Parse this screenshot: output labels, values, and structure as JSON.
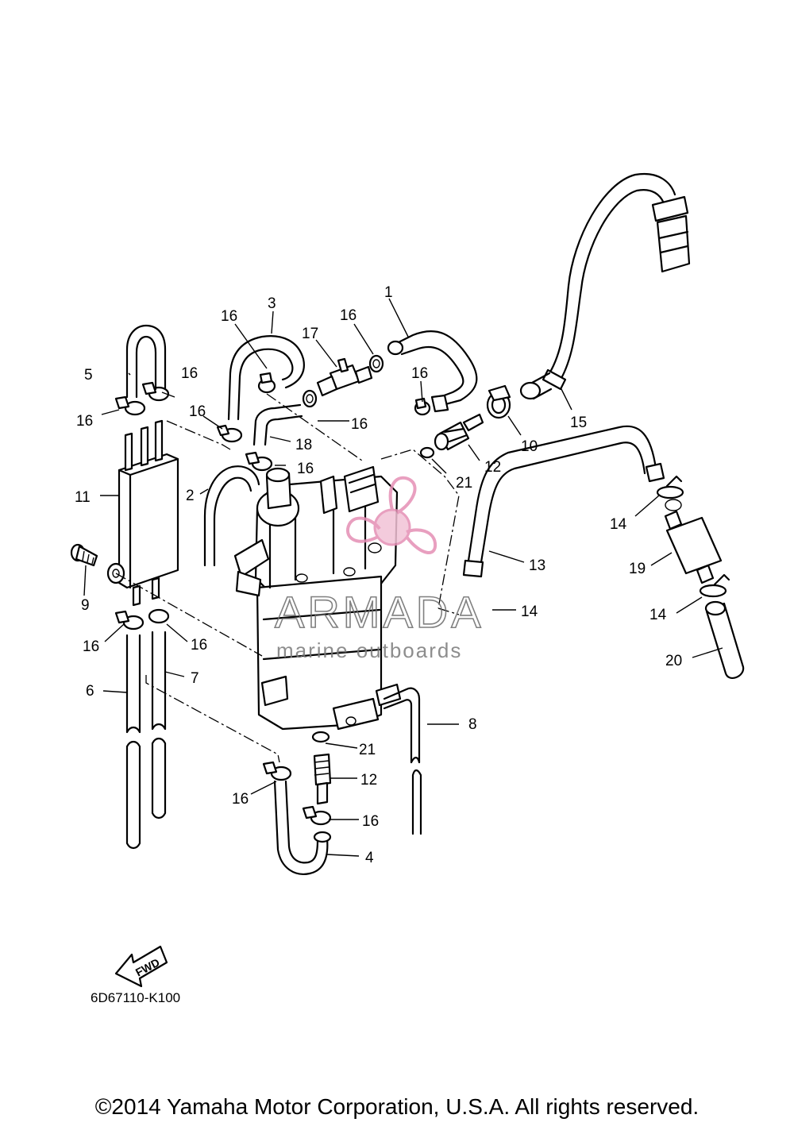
{
  "diagram": {
    "part_code": "6D67110-K100",
    "fwd_label": "FWD",
    "callouts": {
      "c1": "1",
      "c2": "2",
      "c3": "3",
      "c4": "4",
      "c5": "5",
      "c6": "6",
      "c7": "7",
      "c8": "8",
      "c9": "9",
      "c10": "10",
      "c11": "11",
      "c12a": "12",
      "c12b": "12",
      "c13": "13",
      "c14a": "14",
      "c14b": "14",
      "c14c": "14",
      "c15": "15",
      "c16a": "16",
      "c16b": "16",
      "c16c": "16",
      "c16d": "16",
      "c16e": "16",
      "c16f": "16",
      "c16g": "16",
      "c16h": "16",
      "c16i": "16",
      "c16j": "16",
      "c16k": "16",
      "c16l": "16",
      "c17": "17",
      "c18": "18",
      "c19": "19",
      "c20": "20",
      "c21a": "21",
      "c21b": "21"
    }
  },
  "watermark": {
    "brand": "ARMADA",
    "tagline": "marine outboards",
    "accent_color": "#e58fb5"
  },
  "footer": {
    "copyright": "©2014 Yamaha Motor Corporation, U.S.A. All rights reserved."
  }
}
